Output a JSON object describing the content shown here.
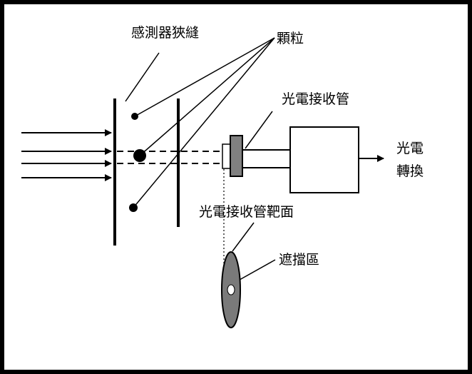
{
  "colors": {
    "frame": "#000000",
    "background": "#ffffff",
    "ink": "#000000",
    "disk_fill": "#7a7a7a",
    "target_fill": "#808080"
  },
  "labels": {
    "sensor_slit": "感測器狹縫",
    "particles": "顆粒",
    "photomultiplier": "光電接收管",
    "photomultiplier_target": "光電接收管靶面",
    "occlusion_zone": "遮擋區",
    "photoelectric_line1": "光電",
    "photoelectric_line2": "轉換"
  }
}
